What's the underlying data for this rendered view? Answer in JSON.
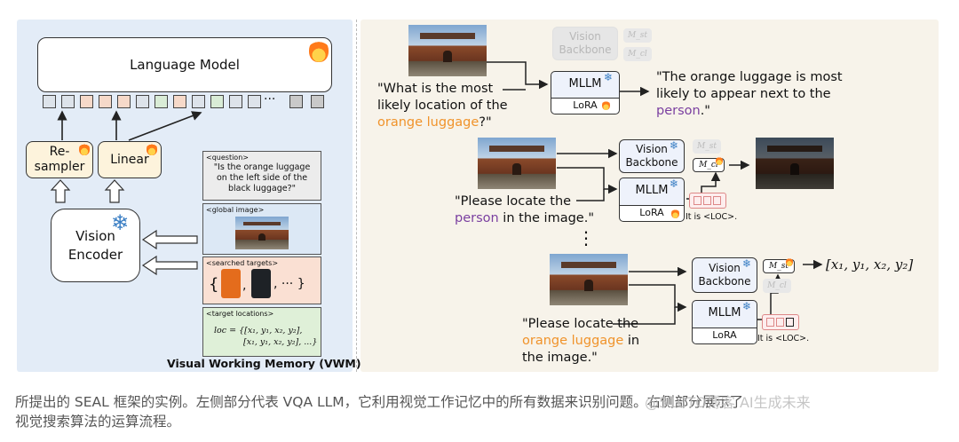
{
  "left": {
    "language_model": "Language Model",
    "resampler": "Re-\nsampler",
    "linear": "Linear",
    "vision_encoder": "Vision\nEncoder",
    "token_ellipsis": "···",
    "vwm_question_header": "<question>",
    "vwm_question_text": "\"Is the orange luggage on the left side of the black luggage?\"",
    "vwm_global_header": "<global image>",
    "vwm_targets_header": "<searched targets>",
    "vwm_targets_text": "{ , , ··· }",
    "vwm_locations_header": "<target locations>",
    "vwm_locations_line1": "loc = {[x₁, y₁, x₂, y₂],",
    "vwm_locations_line2": "[x₁, y₁, x₂, y₂], ...}",
    "vwm_title": "Visual Working Memory (VWM)",
    "token_colors": [
      "#dde3ea",
      "#dde3ea",
      "#f6d9c9",
      "#f6d9c9",
      "#f6d9c9",
      "#dde3ea",
      "#d9ecd6",
      "#f6d9c9",
      "#dde3ea",
      "#d9ecd6",
      "#dde3ea",
      "#dde3ea",
      "#c9c9c9",
      "#c9c9c9"
    ]
  },
  "right": {
    "top_vb": "Vision\nBackbone",
    "top_mtag1": "M_st",
    "top_mtag2": "M_cl",
    "q1_line1": "\"What is the most",
    "q1_line2": "likely location of the",
    "q1_line3_a": "orange luggage",
    "q1_line3_b": "?\"",
    "mllm": "MLLM",
    "lora": "LoRA",
    "a1_line1": "\"The orange luggage is most",
    "a1_line2": "likely to appear next to the",
    "a1_line3_a": "person",
    "a1_line3_b": ".\"",
    "mid_vb": "Vision\nBackbone",
    "mid_mtag_faded": "M_st",
    "mid_mtag": "M_cl",
    "q2_line1": "\"Please locate the",
    "q2_line2_a": "person",
    "q2_line2_b": " in the image.\"",
    "loc_text": "It is <LOC>.",
    "vdots": "⋮",
    "bot_vb": "Vision\nBackbone",
    "bot_mtag": "M_st",
    "bot_mtag_faded": "M_cl",
    "bbox_output": "[x₁, y₁, x₂, y₂]",
    "q3_line1": "\"Please locate the",
    "q3_line2_a": "orange luggage",
    "q3_line2_b": " in",
    "q3_line3": "the image.\""
  },
  "caption": {
    "line1": "所提出的 SEAL 框架的实例。左侧部分代表 VQA LLM，它利用视觉工作记忆中的所有数据来识别问题。右侧部分展示了",
    "line2": "视觉搜索算法的运算流程。",
    "watermark": "@51CTO博客 AI生成未来"
  },
  "colors": {
    "orange_text": "#f0932b",
    "purple_text": "#7a3fa0",
    "left_bg": "#e3ecf7",
    "right_bg": "#f7f3ea"
  }
}
